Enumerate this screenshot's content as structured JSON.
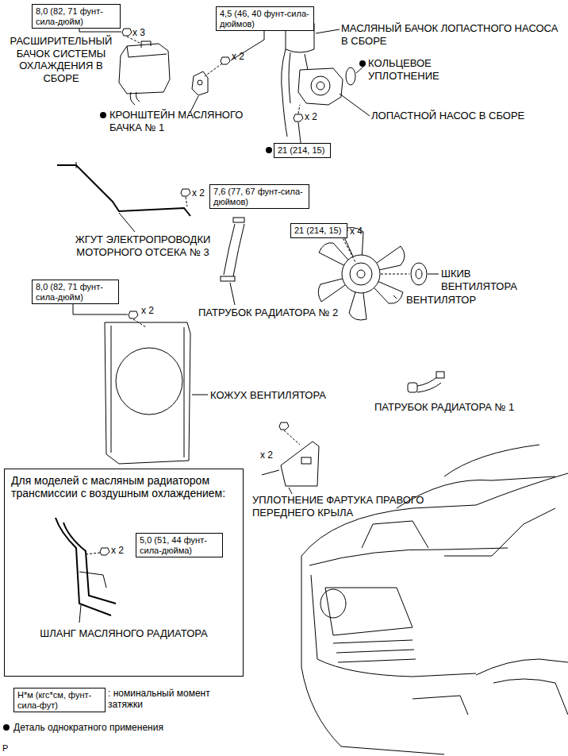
{
  "diagram": {
    "nodes": [
      {
        "text": [
          "8,0 (82, 71 фунт-сила-дюйм)"
        ]
      },
      {
        "text": [
          "4,5 (46, 40 фунт-сила-дюймов)"
        ]
      },
      {
        "text": [
          "21 (214, 15)"
        ]
      },
      {
        "text": [
          "7,6 (77, 67 фунт-сила-дюймов)"
        ]
      },
      {
        "text": [
          "21 (214, 15)"
        ]
      },
      {
        "text": [
          "8,0 (82, 71 фунт-сила-дюйм)"
        ]
      },
      {
        "text": [
          "Для моделей с масляным радиатором трансмиссии с воздушным охлаждением:",
          "ШЛАНГ МАСЛЯНОГО РАДИАТОРА"
        ]
      },
      {
        "text": [
          "5,0 (51, 44 фунт-сила-дюйма)"
        ],
        "in": 6
      },
      {
        "text": [
          "Н*м (кгс*см, фунт-сила-фут)"
        ]
      }
    ],
    "labels": [
      "x 3",
      "РАСШИРИТЕЛЬНЫЙ БАЧОК СИСТЕМЫ ОХЛАЖДЕНИЯ В СБОРЕ",
      "КРОНШТЕЙН МАСЛЯНОГО БАЧКА № 1",
      "x 2",
      "МАСЛЯНЫЙ БАЧОК ЛОПАСТНОГО НАСОСА В СБОРЕ",
      "КОЛЬЦЕВОЕ УПЛОТНЕНИЕ",
      "ЛОПАСТНОЙ НАСОС В СБОРЕ",
      "x 2",
      "x 2",
      "ЖГУТ ЭЛЕКТРОПРОВОДКИ МОТОРНОГО ОТСЕКА № 3",
      "x 4",
      "ШКИВ ВЕНТИЛЯТОРА",
      "ВЕНТИЛЯТОР",
      "ПАТРУБОК РАДИАТОРА № 2",
      "x 2",
      "КОЖУХ ВЕНТИЛЯТОРА",
      "ПАТРУБОК РАДИАТОРА № 1",
      "x 2",
      "УПЛОТНЕНИЕ ФАРТУКА ПРАВОГО ПЕРЕДНЕГО КРЫЛА",
      "x 2",
      ": номинальный момент затяжки",
      "Деталь однократного применения",
      "P"
    ]
  }
}
